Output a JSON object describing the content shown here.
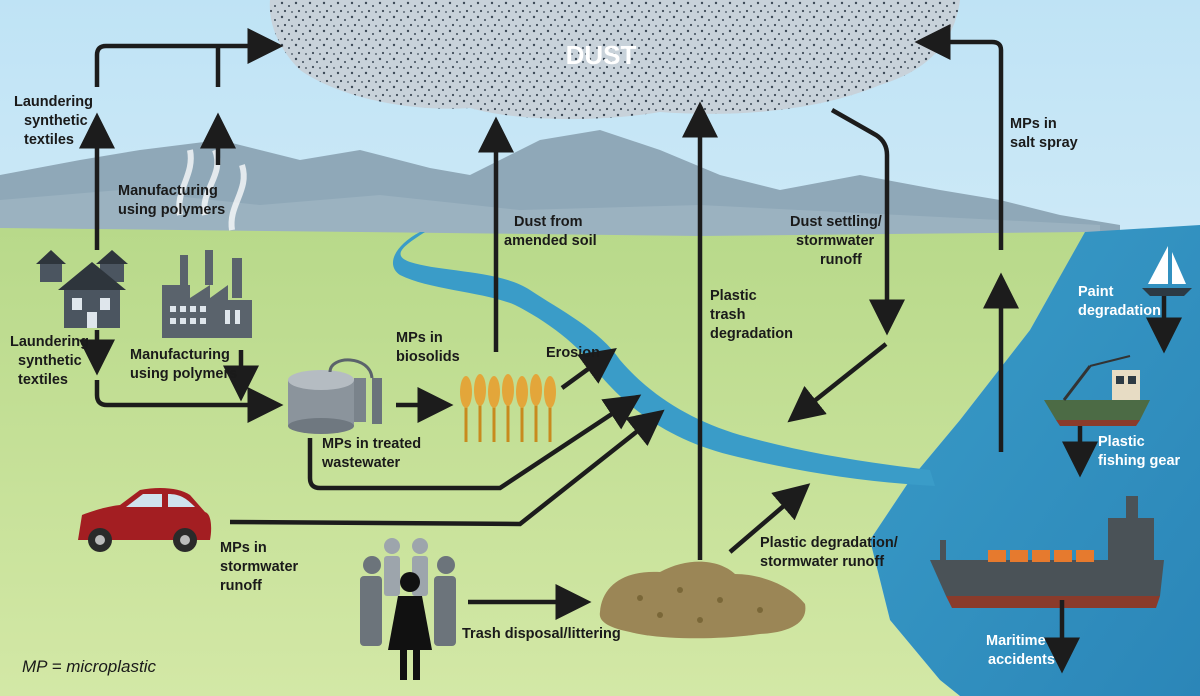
{
  "diagram": {
    "dust_label": "DUST",
    "legend": "MP = microplastic",
    "labels": {
      "laundering_top": [
        "Laundering",
        "synthetic",
        "textiles"
      ],
      "manufacturing_top": [
        "Manufacturing",
        "using polymers"
      ],
      "laundering_bottom": [
        "Laundering",
        "synthetic",
        "textiles"
      ],
      "manufacturing_bottom": [
        "Manufacturing",
        "using polymers"
      ],
      "mps_biosolids": [
        "MPs in",
        "biosolids"
      ],
      "dust_soil": [
        "Dust from",
        "amended soil"
      ],
      "erosion": "Erosion",
      "treated_wastewater": [
        "MPs in treated",
        "wastewater"
      ],
      "stormwater_runoff": [
        "MPs in",
        "stormwater",
        "runoff"
      ],
      "trash_disposal": "Trash disposal/littering",
      "plastic_trash": [
        "Plastic",
        "trash",
        "degradation"
      ],
      "plastic_runoff": [
        "Plastic degradation/",
        "stormwater runoff"
      ],
      "dust_settling": [
        "Dust settling/",
        "stormwater",
        "runoff"
      ],
      "salt_spray": [
        "MPs in",
        "salt spray"
      ],
      "paint": [
        "Paint",
        "degradation"
      ],
      "fishing_gear": [
        "Plastic",
        "fishing gear"
      ],
      "maritime": [
        "Maritime",
        "accidents"
      ]
    }
  }
}
